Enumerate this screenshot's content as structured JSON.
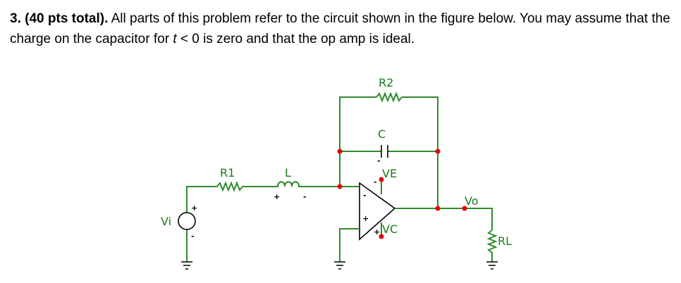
{
  "problem": {
    "number": "3.",
    "points": "(40 pts total).",
    "text_a": " All parts of this problem refer to the circuit shown in the figure below. You may assume that the charge on the capacitor for ",
    "var_t": "t",
    "text_b": " < 0 is zero and that the op amp is ideal."
  },
  "circuit": {
    "labels": {
      "r2": "R2",
      "c": "C",
      "r1": "R1",
      "l": "L",
      "ve": "VE",
      "vc": "VC",
      "vo": "Vo",
      "vi": "Vi",
      "rl": "RL"
    },
    "polarity": {
      "plus": "+",
      "minus": "-"
    },
    "wire_color": "#2e8b2e",
    "node_color": "#e60000",
    "label_color": "#1a7a1a"
  }
}
